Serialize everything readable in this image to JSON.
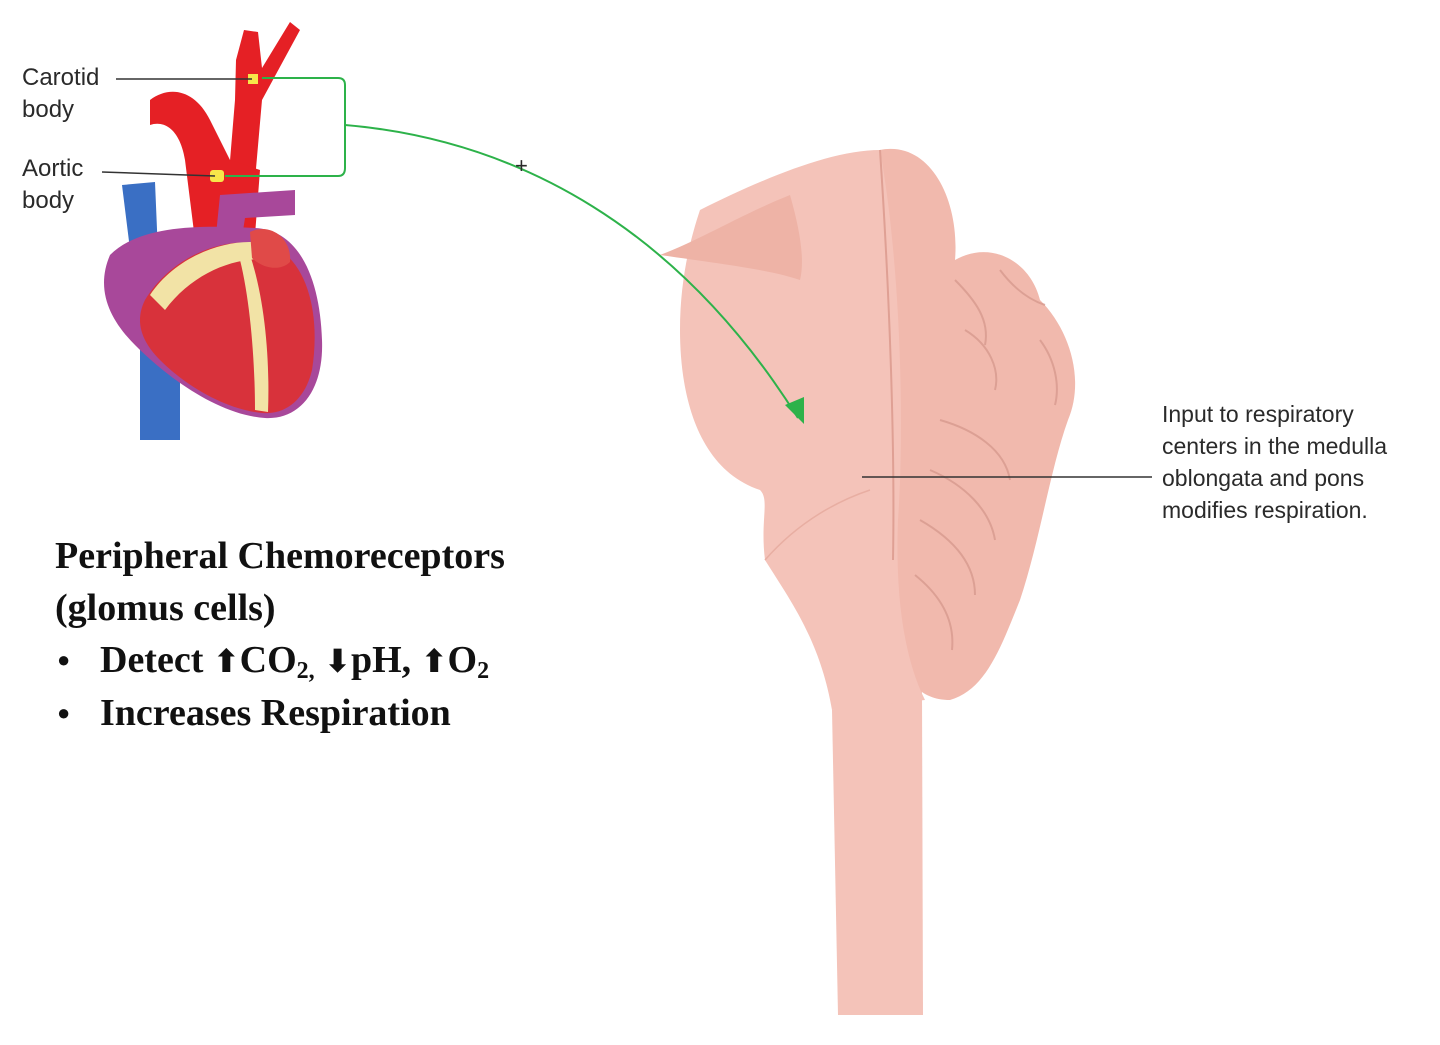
{
  "labels": {
    "carotid": "Carotid body",
    "aortic": "Aortic body",
    "plus": "+",
    "input": "Input to respiratory centers in the medulla oblongata and pons modifies respiration."
  },
  "text": {
    "title_line1": "Peripheral Chemoreceptors",
    "title_line2": "(glomus cells)",
    "bullet1": {
      "word": "Detect",
      "item1_arrow": "up",
      "item1_label": "CO",
      "item1_sub": "2,",
      "item2_arrow": "down",
      "item2_label": "pH,",
      "item3_arrow": "up",
      "item3_label": "O",
      "item3_sub": "2"
    },
    "bullet2": "Increases Respiration"
  },
  "glyphs": {
    "up": "⬆",
    "down": "⬇"
  },
  "colors": {
    "arrow": "#2db24a",
    "brainstem": "#f4c3b9",
    "artery": "#e52025",
    "vein": "#3a6fc4",
    "fat": "#f2e3a6",
    "muscle": "#d8323b"
  }
}
